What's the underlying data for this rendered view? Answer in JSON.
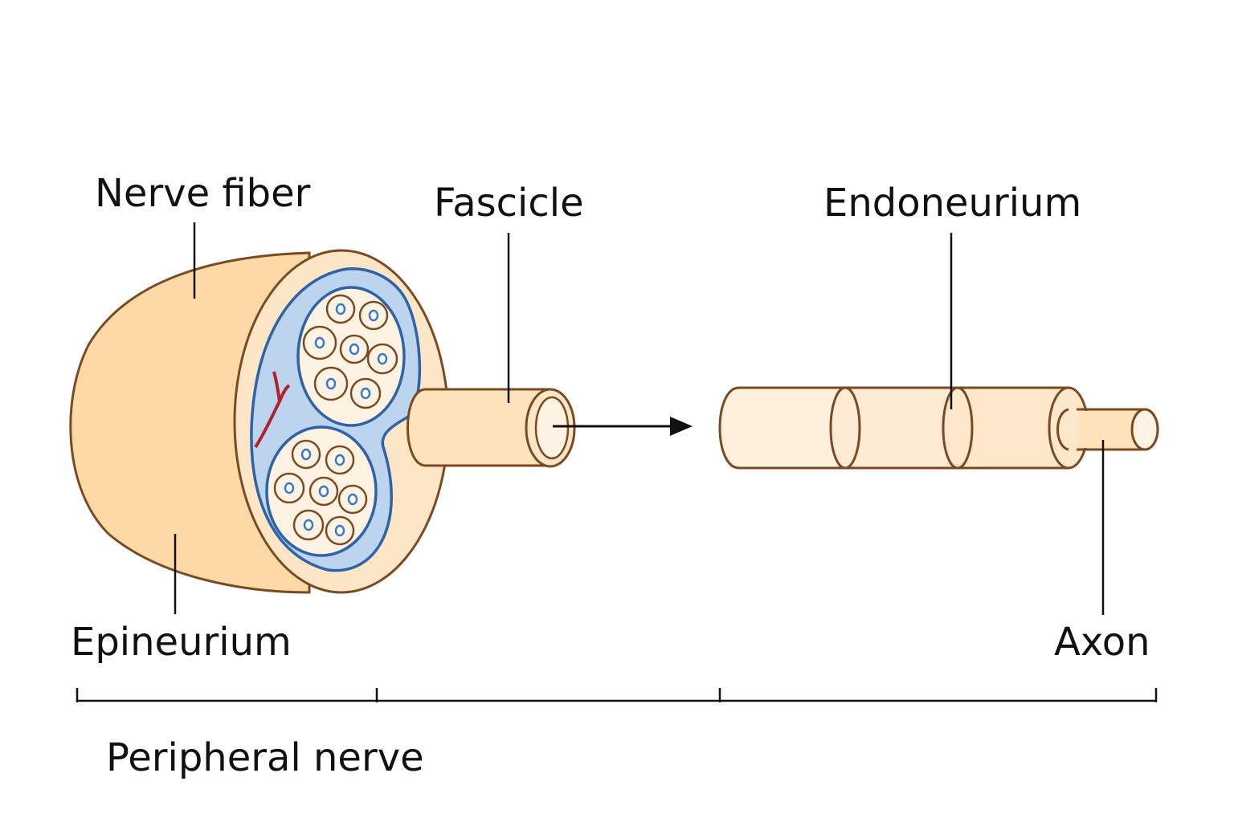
{
  "labels": {
    "nerve_fiber": "Nerve fiber",
    "fascicle": "Fascicle",
    "endoneurium": "Endoneurium",
    "epineurium": "Epineurium",
    "axon": "Axon",
    "peripheral_nerve": "Peripheral nerve"
  },
  "colors": {
    "tissue_fill": "#fdd9a6",
    "cut_face_fill": "#fde6c5",
    "perineurium_blue": "#2f62a8",
    "perineurium_fill": "#bcd4ee",
    "fiber_fill": "#fef3e2",
    "outline_brown": "#7a4a22",
    "blood_vessel_red": "#b0222c",
    "nucleus_blue": "#3c78c3"
  }
}
